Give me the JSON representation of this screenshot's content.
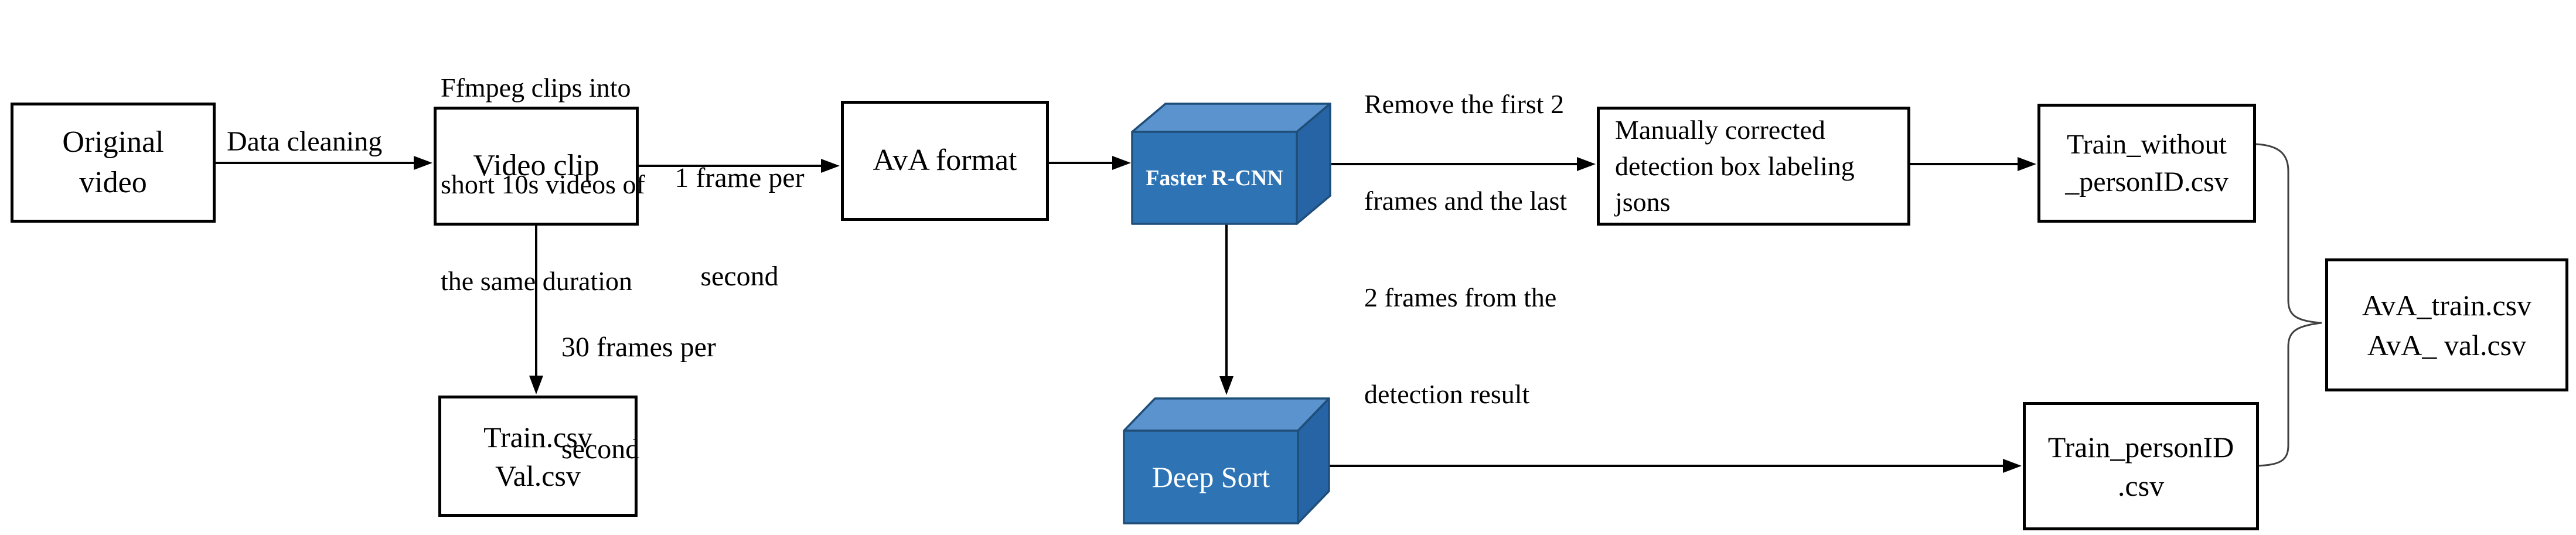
{
  "colors": {
    "cube_front": "#2E74B5",
    "cube_top": "#5B93CE",
    "cube_side": "#2664A5",
    "cube_border": "#1F4E79",
    "arrow": "#000000",
    "brace": "#404040"
  },
  "boxes": {
    "original_video": {
      "lines": [
        "Original",
        "video"
      ]
    },
    "video_clip": {
      "lines": [
        "Video clip"
      ]
    },
    "ava_format": {
      "lines": [
        "AvA format"
      ]
    },
    "manually_corrected": {
      "lines": [
        "Manually corrected",
        "detection box labeling",
        "jsons"
      ]
    },
    "train_without": {
      "lines": [
        "Train_without",
        "_personID.csv"
      ]
    },
    "train_personid": {
      "lines": [
        "Train_personID",
        ".csv"
      ]
    },
    "train_val": {
      "lines": [
        "Train.csv",
        "Val.csv"
      ]
    },
    "ava_train_val": {
      "lines": [
        "AvA_train.csv",
        "AvA_ val.csv"
      ]
    }
  },
  "nodes3d": {
    "faster_rcnn": {
      "label": "Faster R-CNN"
    },
    "deep_sort": {
      "label": "Deep Sort"
    }
  },
  "labels": {
    "data_cleaning": {
      "lines": [
        "Data cleaning"
      ]
    },
    "ffmpeg_note": {
      "lines": [
        "Ffmpeg clips into",
        "short 10s videos of",
        "the same duration"
      ]
    },
    "one_fps": {
      "lines": [
        "1 frame per",
        "second"
      ]
    },
    "thirty_fps": {
      "lines": [
        "30 frames per",
        "second"
      ]
    },
    "remove_frames": {
      "lines": [
        "Remove the first 2",
        "frames and the last",
        "2 frames from the",
        "detection result"
      ]
    }
  }
}
